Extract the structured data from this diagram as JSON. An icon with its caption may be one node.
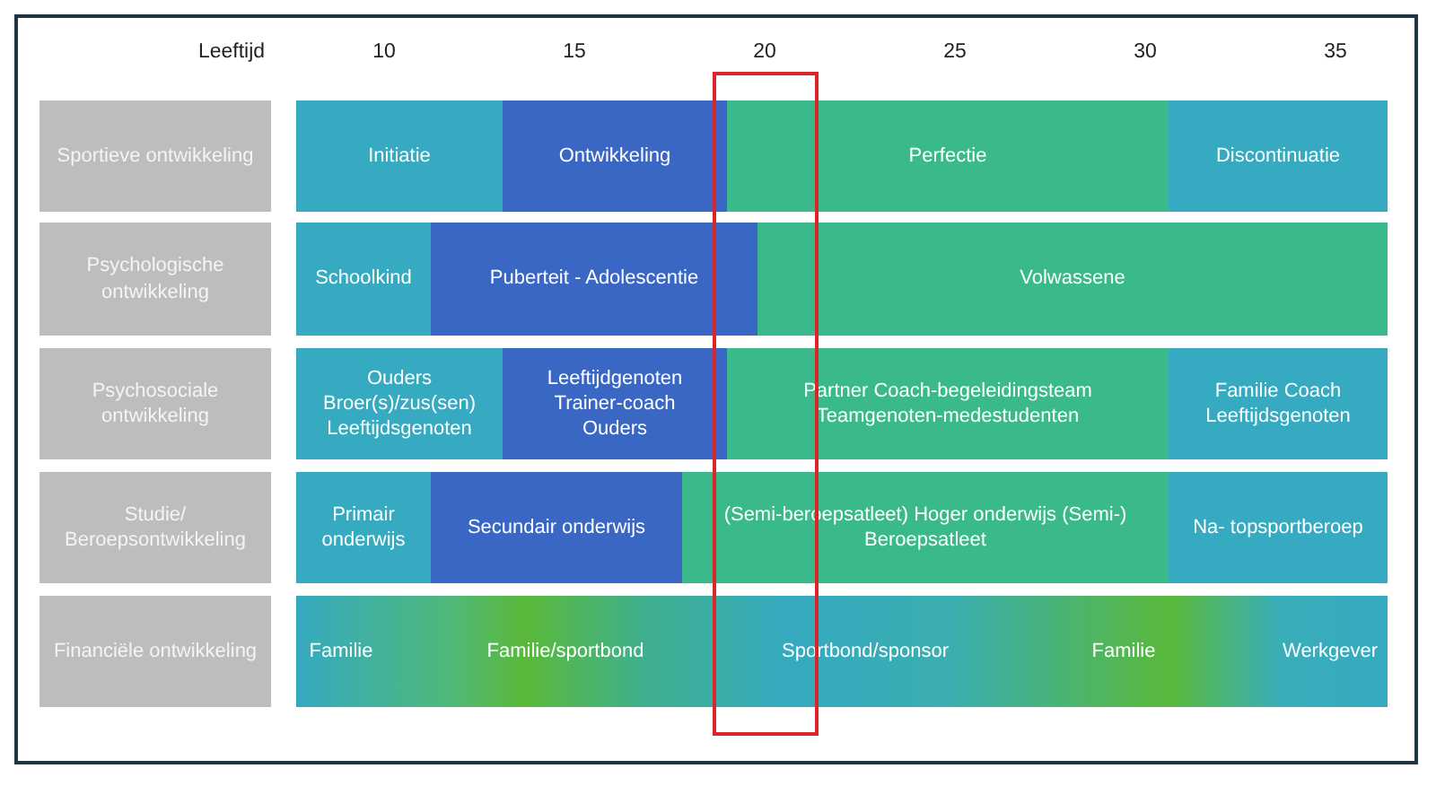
{
  "diagram": {
    "nodes": [
      {
        "text": [
          "Sportieve ontwikkeling"
        ]
      },
      {
        "text": [
          "Initiatie"
        ]
      },
      {
        "text": [
          "Ontwikkeling"
        ]
      },
      {
        "text": [
          "Perfectie"
        ]
      },
      {
        "text": [
          "Discontinuatie"
        ]
      },
      {
        "text": [
          "Psychologische ontwikkeling"
        ]
      },
      {
        "text": [
          "Schoolkind"
        ]
      },
      {
        "text": [
          "Puberteit - Adolescentie"
        ]
      },
      {
        "text": [
          "Volwassene"
        ]
      },
      {
        "text": [
          "Psychosociale ontwikkeling"
        ]
      },
      {
        "text": [
          "Ouders Broer(s)/zus(sen) Leeftijdsgenoten"
        ]
      },
      {
        "text": [
          "Leeftijdgenoten Trainer-coach Ouders"
        ]
      },
      {
        "text": [
          "Partner Coach-begeleidingsteam Teamgenoten-medestudenten"
        ]
      },
      {
        "text": [
          "Familie Coach Leeftijdsgenoten"
        ]
      },
      {
        "text": [
          "Studie/ Beroepsontwikkeling"
        ]
      },
      {
        "text": [
          "Primair onderwijs"
        ]
      },
      {
        "text": [
          "Secundair onderwijs"
        ]
      },
      {
        "text": [
          "(Semi-beroepsatleet) Hoger onderwijs (Semi-) Beroepsatleet"
        ]
      },
      {
        "text": [
          "Na- topsportberoep"
        ]
      },
      {
        "text": [
          "Financiële ontwikkeling"
        ]
      },
      {
        "text": [
          "Familie",
          "Familie/sportbond",
          "Sportbond/sponsor",
          "Familie",
          "Werkgever"
        ]
      },
      {
        "text": [],
        "shape": "box"
      }
    ],
    "labels": [
      "Leeftijd",
      "10",
      "15",
      "20",
      "25",
      "30",
      "35"
    ]
  }
}
